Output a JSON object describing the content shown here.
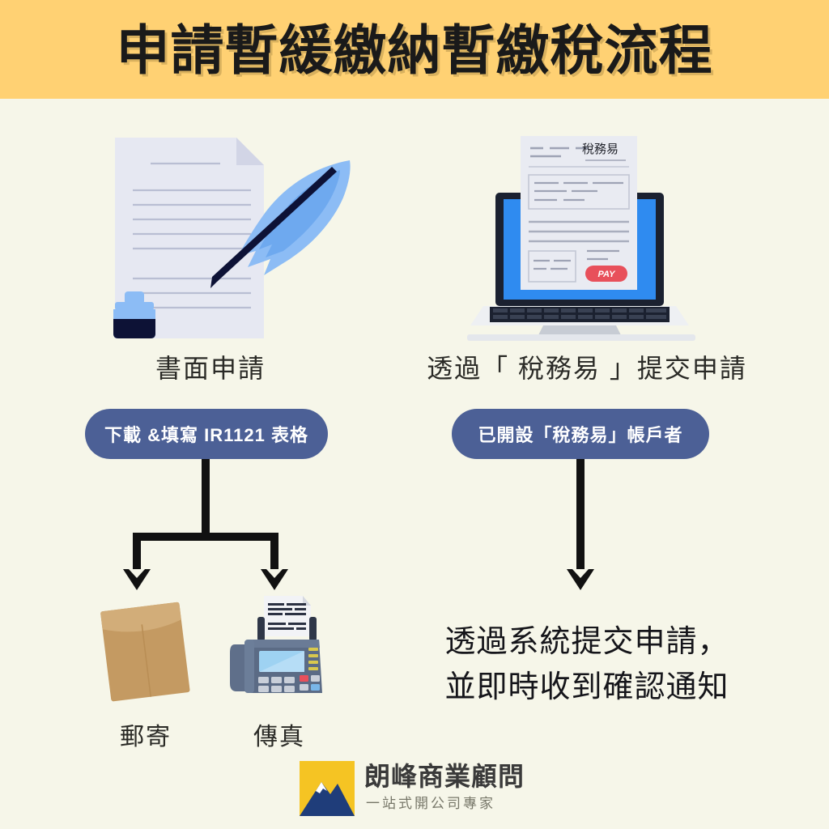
{
  "header": {
    "title": "申請暫緩繳納暫繳稅流程",
    "band_color": "#FFD173",
    "title_color": "#1A1A1A"
  },
  "page": {
    "background_color": "#F6F6E9"
  },
  "columns": [
    {
      "id": "paper",
      "label": "書面申請",
      "illustration": "document-quill-inkwell",
      "pill": {
        "text": "下載 &填寫 IR1121 表格",
        "color": "#4C6096",
        "text_color": "#FFFFFF"
      },
      "branches": [
        {
          "label": "郵寄",
          "illustration": "envelope-icon"
        },
        {
          "label": "傳真",
          "illustration": "fax-machine-icon"
        }
      ]
    },
    {
      "id": "etax",
      "label": "透過「 稅務易 」提交申請",
      "illustration": "laptop-tax-document",
      "pill": {
        "text": "已開設「稅務易」帳戶者",
        "color": "#4C6096",
        "text_color": "#FFFFFF"
      },
      "result_lines": [
        "透過系統提交申請，",
        "並即時收到確認通知"
      ]
    }
  ],
  "illustration_text": {
    "etax_document_heading": "稅務易",
    "etax_pay_button": "PAY",
    "pay_button_color": "#E8505B"
  },
  "logo": {
    "name": "朗峰商業顧問",
    "tagline": "一站式開公司專家",
    "mark_square_color": "#F5C423",
    "mark_mountain_color": "#1F3D7A"
  }
}
